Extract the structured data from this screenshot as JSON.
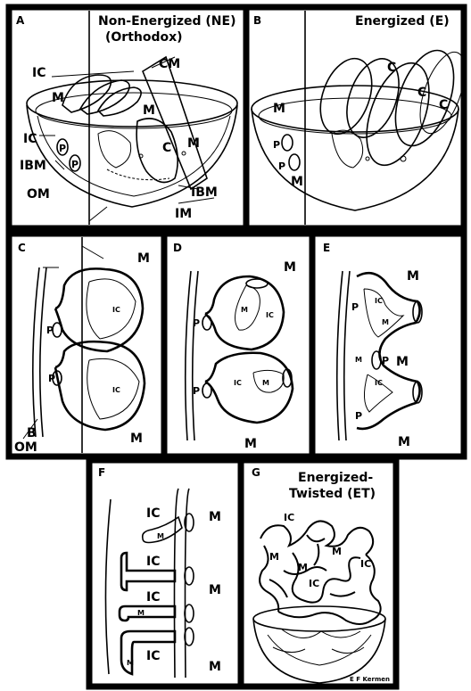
{
  "panels": {
    "A": {
      "letter": "A",
      "title_line1": "Non-Energized (NE)",
      "title_line2": "(Orthodox)",
      "labels": {
        "ic": "IC",
        "cm": "CM",
        "m": "M",
        "ic2": "IC",
        "ibm": "IBM",
        "om": "OM",
        "ibm2": "IBM",
        "im": "IM",
        "p": "P",
        "p2": "P",
        "c": "C",
        "m2": "M",
        "m3": "M"
      }
    },
    "B": {
      "letter": "B",
      "title": "Energized (E)",
      "labels": {
        "m": "M",
        "p": "P",
        "p2": "P",
        "m2": "M",
        "c": "C",
        "c2": "C",
        "c3": "C"
      }
    },
    "C": {
      "letter": "C",
      "labels": {
        "m": "M",
        "m2": "M",
        "p": "P",
        "p2": "P",
        "ic": "IC",
        "ic2": "IC",
        "b": "B",
        "om": "OM"
      }
    },
    "D": {
      "letter": "D",
      "labels": {
        "m": "M",
        "m2": "M",
        "p": "P",
        "p2": "P",
        "ic": "IC",
        "ic2": "IC",
        "mi": "M",
        "mi2": "M"
      }
    },
    "E": {
      "letter": "E",
      "labels": {
        "m": "M",
        "m2": "M",
        "m3": "M",
        "p": "P",
        "p2": "P",
        "p3": "P",
        "ic": "IC",
        "ic2": "IC",
        "mi": "M",
        "mi2": "M"
      }
    },
    "F": {
      "letter": "F",
      "labels": {
        "ic": "IC",
        "ic2": "IC",
        "ic3": "IC",
        "ic4": "IC",
        "m": "M",
        "m2": "M",
        "m3": "M",
        "mi": "M",
        "mi2": "M",
        "mi3": "M"
      }
    },
    "G": {
      "letter": "G",
      "title_line1": "Energized-",
      "title_line2": "Twisted (ET)",
      "credit": "E F Kermen",
      "labels": {
        "ic": "IC",
        "ic2": "IC",
        "ic3": "IC",
        "m": "M",
        "m2": "M",
        "m3": "M"
      }
    }
  }
}
